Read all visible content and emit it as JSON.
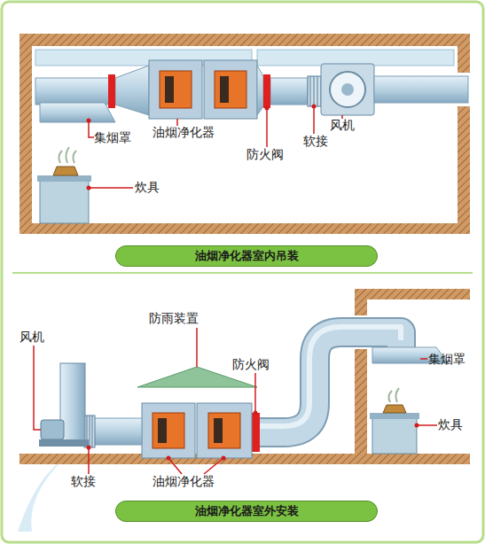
{
  "diagram": {
    "nodes": [
      {
        "text": [
          "油烟净化器室内吊装"
        ]
      },
      {
        "text": [
          "油烟净化器室外安装"
        ]
      }
    ],
    "labels": [
      "集烟罩",
      "油烟净化器",
      "防火阀",
      "软接",
      "风机",
      "炊具",
      "防雨装置",
      "风机",
      "防火阀",
      "集烟罩",
      "炊具",
      "软接",
      "油烟净化器"
    ]
  }
}
